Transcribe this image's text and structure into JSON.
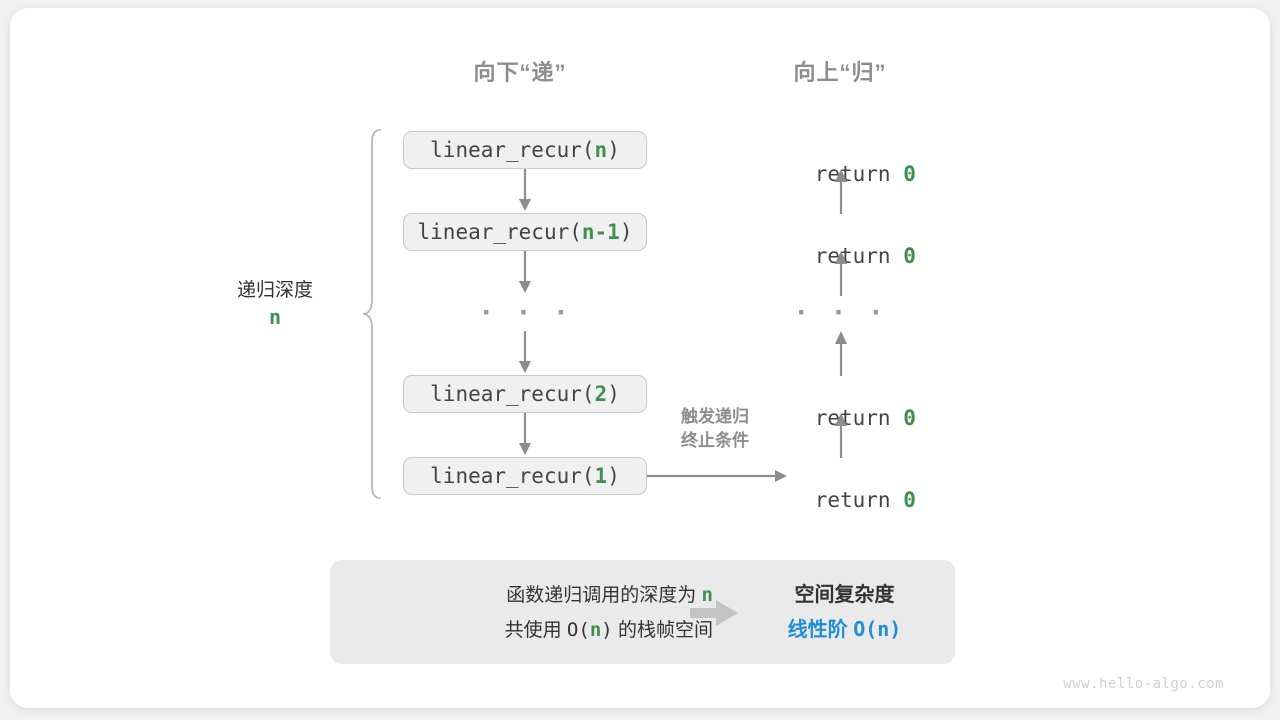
{
  "figure": {
    "headings": {
      "down": "向下“递”",
      "up": "向上“归”"
    },
    "depth_bracket": {
      "label": "递归深度",
      "value": "n"
    },
    "call_frames": [
      {
        "prefix": "linear_recur(",
        "arg": "n",
        "suffix": ")"
      },
      {
        "prefix": "linear_recur(",
        "arg": "n-1",
        "suffix": ")"
      },
      {
        "prefix": "linear_recur(",
        "arg": "2",
        "suffix": ")"
      },
      {
        "prefix": "linear_recur(",
        "arg": "1",
        "suffix": ")"
      }
    ],
    "call_ellipsis": "· · ·",
    "returns": [
      {
        "keyword": "return ",
        "value": "0"
      },
      {
        "keyword": "return ",
        "value": "0"
      },
      {
        "keyword": "return ",
        "value": "0"
      },
      {
        "keyword": "return ",
        "value": "0"
      }
    ],
    "return_ellipsis": "· · ·",
    "termination_note": {
      "line1": "触发递归",
      "line2": "终止条件"
    },
    "summary": {
      "left_line1_a": "函数递归调用的深度为 ",
      "left_line1_accent": "n",
      "left_line2_a": "共使用 ",
      "left_line2_mono_a": "O(",
      "left_line2_accent": "n",
      "left_line2_mono_b": ")",
      "left_line2_b": " 的栈帧空间",
      "arrow_icon": "right-block-arrow",
      "right_title": "空间复杂度",
      "right_value_text": "线性阶 ",
      "right_value_mono": "O(n)"
    },
    "watermark": "www.hello-algo.com",
    "colors": {
      "accent_green": "#3f8f4f",
      "accent_blue": "#1f8ed6",
      "text_dark": "#333333",
      "text_mono": "#444444",
      "muted_gray": "#8d8d8d",
      "box_fill": "#f0f0f0",
      "box_border": "#c9c9c9",
      "panel_fill": "#eaeaea",
      "arrow_gray": "#8d8d8d",
      "block_arrow_gray": "#c4c4c4"
    }
  }
}
